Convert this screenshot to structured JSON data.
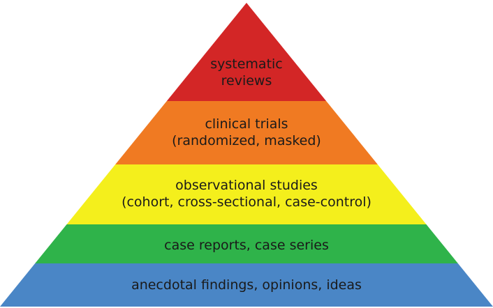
{
  "pyramid": {
    "tiers": [
      {
        "lines": [
          "systematic",
          "reviews"
        ],
        "color": "#d32626"
      },
      {
        "lines": [
          "clinical trials",
          "(randomized, masked)"
        ],
        "color": "#f07a22"
      },
      {
        "lines": [
          "observational studies",
          "(cohort, cross-sectional, case-control)"
        ],
        "color": "#f4ef1c"
      },
      {
        "lines": [
          "case reports, case series"
        ],
        "color": "#2fb34a"
      },
      {
        "lines": [
          "anecdotal findings, opinions, ideas"
        ],
        "color": "#4a86c6"
      }
    ]
  }
}
